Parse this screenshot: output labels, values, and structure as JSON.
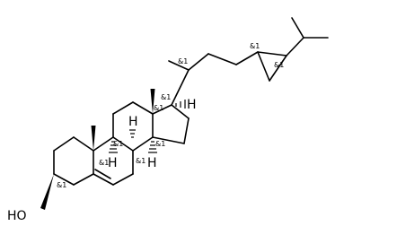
{
  "molecule": {
    "stereo_label": "&1",
    "hydroxyl_label": "HO",
    "hydrogen_label": "H"
  }
}
